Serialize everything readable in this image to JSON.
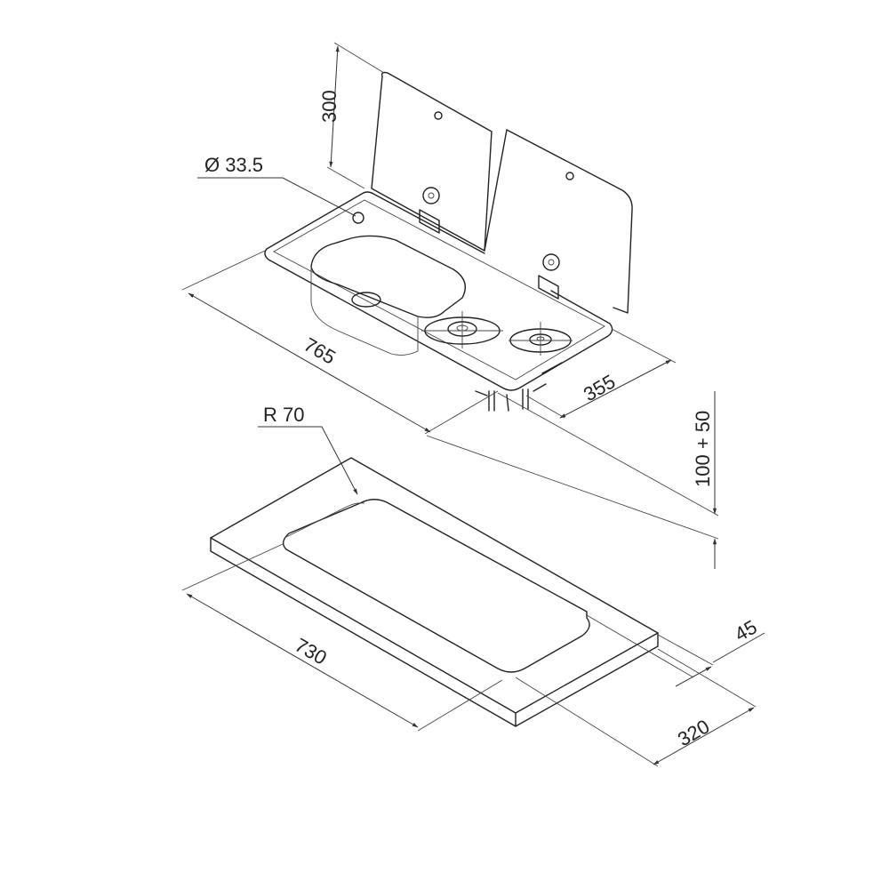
{
  "drawing": {
    "title": "Sink and two-burner hob combination - installation dimensions",
    "dimensions": {
      "lid_height": "300",
      "tap_hole": "Ø 33.5",
      "unit_length": "765",
      "unit_depth": "355",
      "cutout_radius": "R 70",
      "clearance_below": "100 + 50",
      "edge_offset": "45",
      "cutout_length": "730",
      "cutout_depth": "320"
    },
    "colors": {
      "line": "#222222",
      "background": "#ffffff"
    }
  }
}
